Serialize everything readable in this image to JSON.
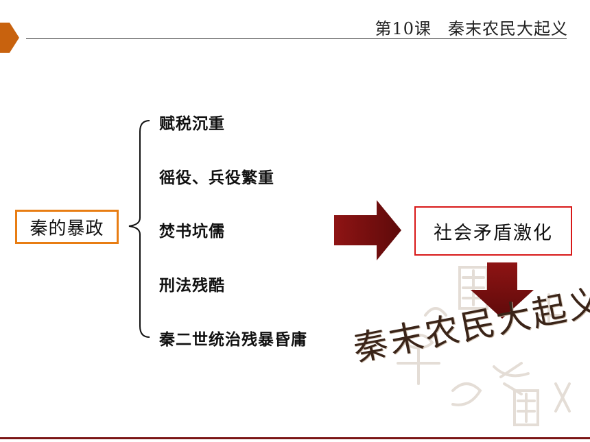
{
  "header": {
    "lesson": "第10课",
    "title": "秦末农民大起义"
  },
  "main": {
    "cause_label": "秦的暴政",
    "items": [
      "赋税沉重",
      "徭役、兵役繁重",
      "焚书坑儒",
      "刑法残酷",
      "秦二世统治残暴昏庸"
    ],
    "result_label": "社会矛盾激化",
    "outcome_title": "秦末农民大起义"
  },
  "colors": {
    "accent_orange": "#e87d13",
    "arrow_red": "#7b0f0f",
    "result_border": "#d81818",
    "tab_brown": "#c8620e"
  }
}
